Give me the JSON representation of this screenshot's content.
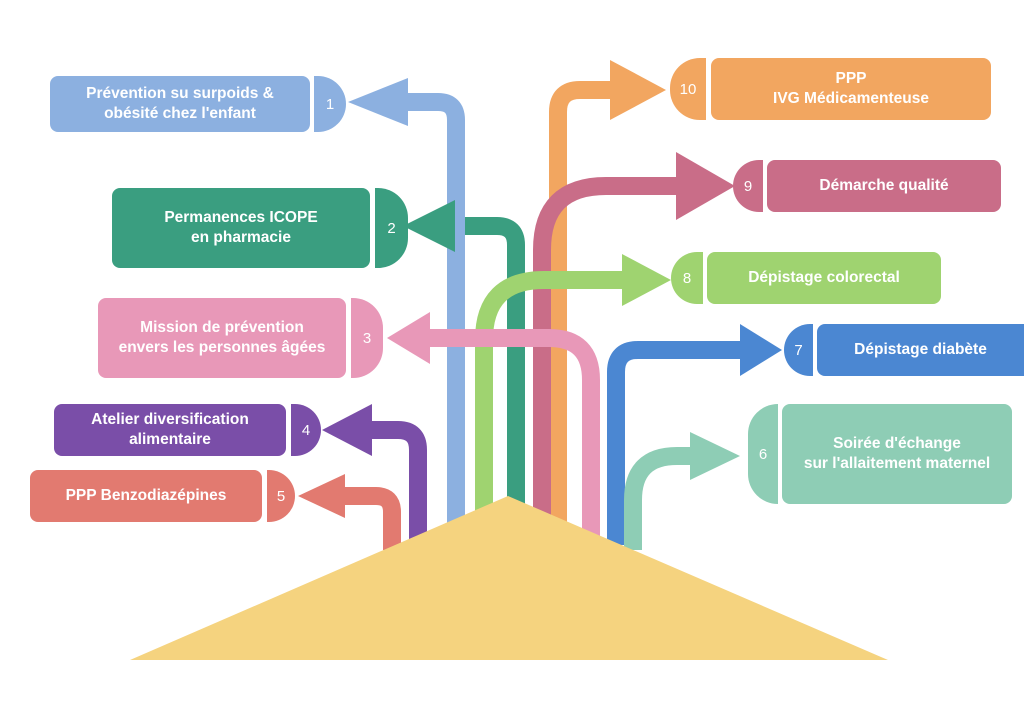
{
  "items": {
    "i1": {
      "num": "1",
      "label": "Prévention su surpoids &\nobésité chez l'enfant",
      "color": "#8cb0e0"
    },
    "i2": {
      "num": "2",
      "label": "Permanences ICOPE\nen pharmacie",
      "color": "#3a9e80"
    },
    "i3": {
      "num": "3",
      "label": "Mission de prévention\nenvers les personnes âgées",
      "color": "#e898b8"
    },
    "i4": {
      "num": "4",
      "label": "Atelier diversification\nalimentaire",
      "color": "#7a4ea8"
    },
    "i5": {
      "num": "5",
      "label": "PPP Benzodiazépines",
      "color": "#e27a70"
    },
    "i6": {
      "num": "6",
      "label": "Soirée d'échange\nsur l'allaitement maternel",
      "color": "#8ecdb5"
    },
    "i7": {
      "num": "7",
      "label": "Dépistage diabète",
      "color": "#4b87d2"
    },
    "i8": {
      "num": "8",
      "label": "Dépistage colorectal",
      "color": "#9fd370"
    },
    "i9": {
      "num": "9",
      "label": "Démarche qualité",
      "color": "#c96d88"
    },
    "i10": {
      "num": "10",
      "label": "PPP\nIVG Médicamenteuse",
      "color": "#f2a660"
    }
  },
  "base_color": "#f5d37f"
}
